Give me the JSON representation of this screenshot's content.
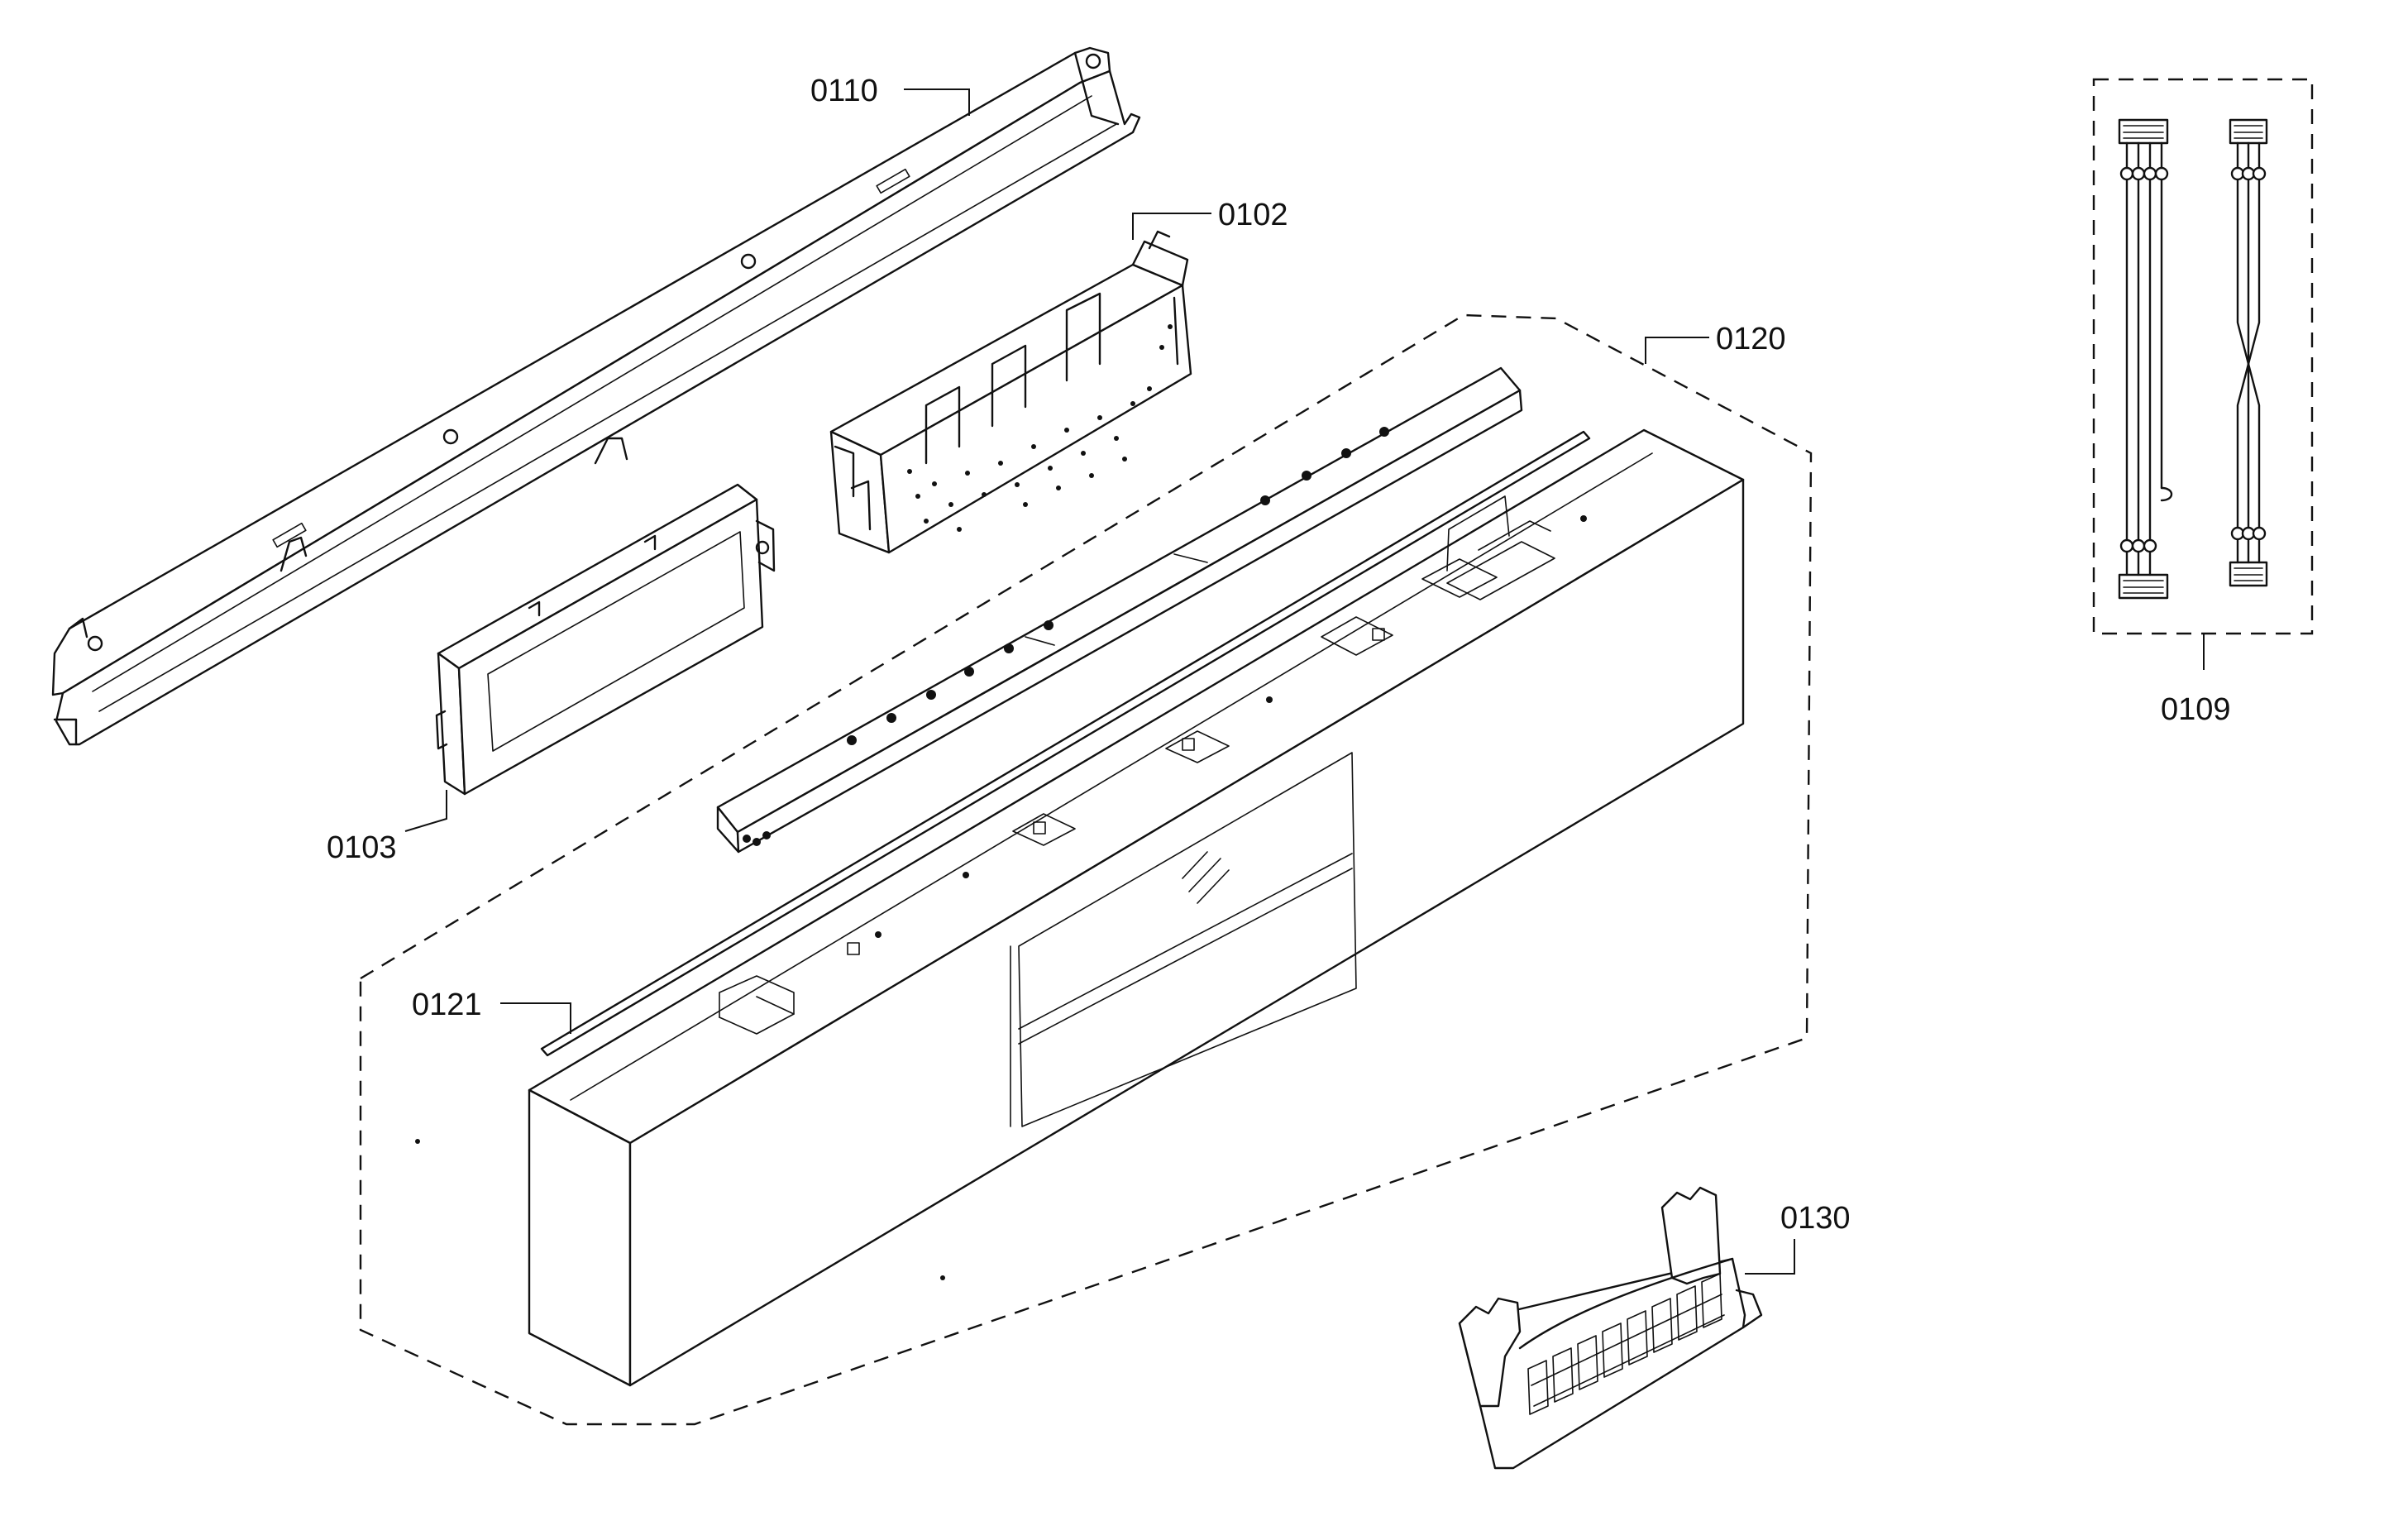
{
  "parts": [
    {
      "id": "rail",
      "label": "0110"
    },
    {
      "id": "module",
      "label": "0102"
    },
    {
      "id": "panel",
      "label": "0120"
    },
    {
      "id": "display",
      "label": "0103"
    },
    {
      "id": "strip",
      "label": "0121"
    },
    {
      "id": "harness",
      "label": "0109"
    },
    {
      "id": "bracket",
      "label": "0130"
    }
  ]
}
